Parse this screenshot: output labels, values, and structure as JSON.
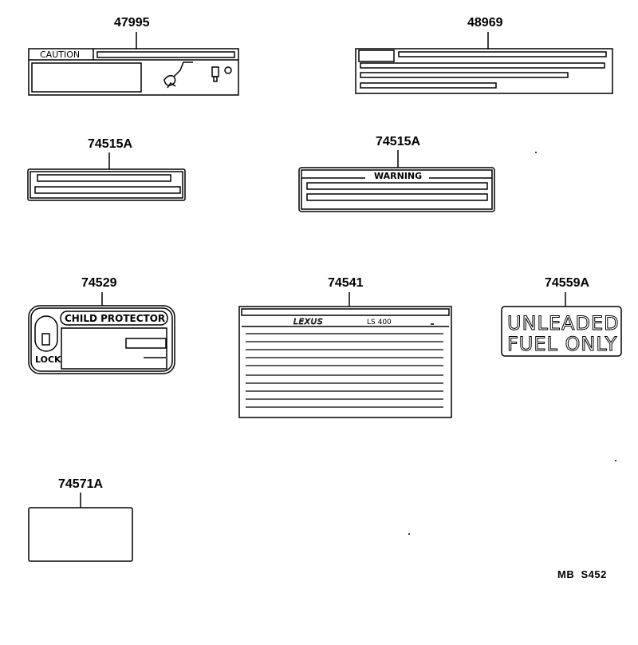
{
  "parts": [
    {
      "id": "p47995",
      "number": "47995",
      "label_text": "CAUTION"
    },
    {
      "id": "p48969",
      "number": "48969"
    },
    {
      "id": "p74515a_1",
      "number": "74515A"
    },
    {
      "id": "p74515a_2",
      "number": "74515A",
      "label_text": "WARNING"
    },
    {
      "id": "p74529",
      "number": "74529",
      "label_text": "CHILD PROTECTOR",
      "lock_text": "LOCK"
    },
    {
      "id": "p74541",
      "number": "74541",
      "brand_text": "LEXUS",
      "model_text": "LS 400"
    },
    {
      "id": "p74559a",
      "number": "74559A",
      "line1": "UNLEADED",
      "line2": "FUEL ONLY"
    },
    {
      "id": "p74571a",
      "number": "74571A"
    }
  ],
  "footer": {
    "code": "MB  S452"
  }
}
